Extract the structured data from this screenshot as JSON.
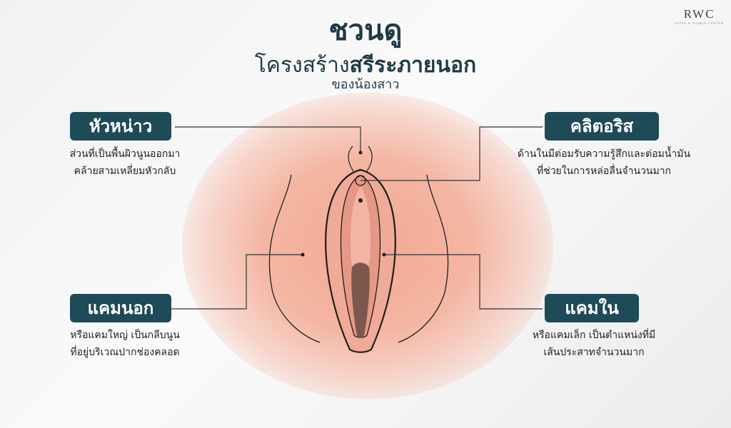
{
  "brand": {
    "logo": "RWC",
    "tagline": "RAISE & WOMEN CENTER"
  },
  "title": {
    "main": "ชวนดู",
    "line2_prefix": "โครงสร้าง",
    "line2_bold": "สรีระภายนอก",
    "sub": "ของน้องสาว"
  },
  "labels": {
    "hood": {
      "title": "หัวหน่าว",
      "line1": "ส่วนที่เป็นพื้นผิวนูนออกมา",
      "line2": "คล้ายสามเหลี่ยมหัวกลับ"
    },
    "clitoris": {
      "title": "คลิตอริส",
      "line1": "ด้านในมีต่อมรับความรู้สึกและต่อมน้ำมัน",
      "line2": "ที่ช่วยในการหล่อลื่นจำนวนมาก"
    },
    "labia_majora": {
      "title": "แคมนอก",
      "line1": "หรือแคมใหญ่ เป็นกลีบนูน",
      "line2": "ที่อยู่บริเวณปากช่องคลอด"
    },
    "labia_minora": {
      "title": "แคมใน",
      "line1": "หรือแคมเล็ก เป็นตำแหน่งที่มี",
      "line2": "เส้นประสาทจำนวนมาก"
    }
  },
  "colors": {
    "pill": "#1f4a57",
    "text": "#1f3a44",
    "skin": "#f4b6a3",
    "outline": "#1e1e1e"
  }
}
